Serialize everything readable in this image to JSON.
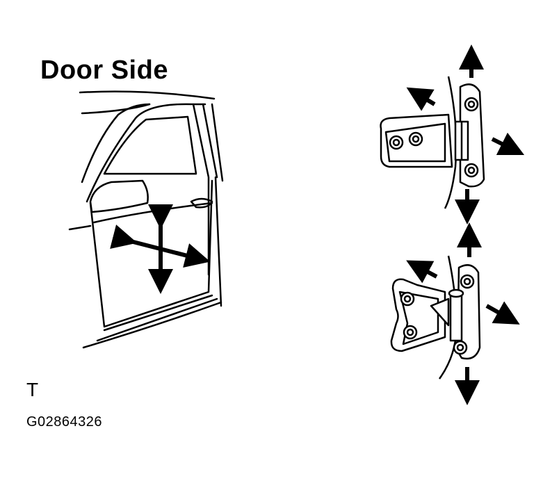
{
  "diagram": {
    "title": "Door Side",
    "ref_letter": "T",
    "ref_code": "G02864326"
  }
}
